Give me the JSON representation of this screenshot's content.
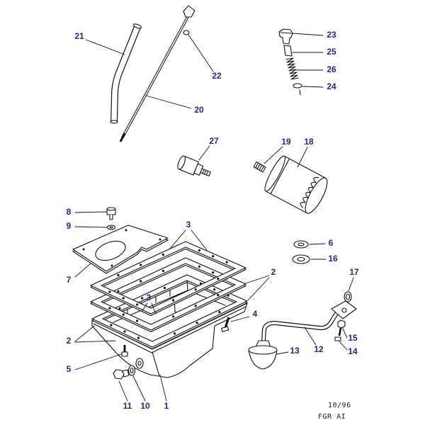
{
  "callouts": [
    "21",
    "22",
    "20",
    "23",
    "25",
    "26",
    "24",
    "27",
    "19",
    "18",
    "8",
    "9",
    "7",
    "3",
    "2",
    "3",
    "4",
    "6",
    "16",
    "17",
    "15",
    "14",
    "12",
    "13",
    "2",
    "5",
    "11",
    "10",
    "1"
  ],
  "footer": {
    "date": "10/96",
    "code": "FGR AI"
  },
  "colors": {
    "callout": "#23239b",
    "line": "#111111"
  }
}
